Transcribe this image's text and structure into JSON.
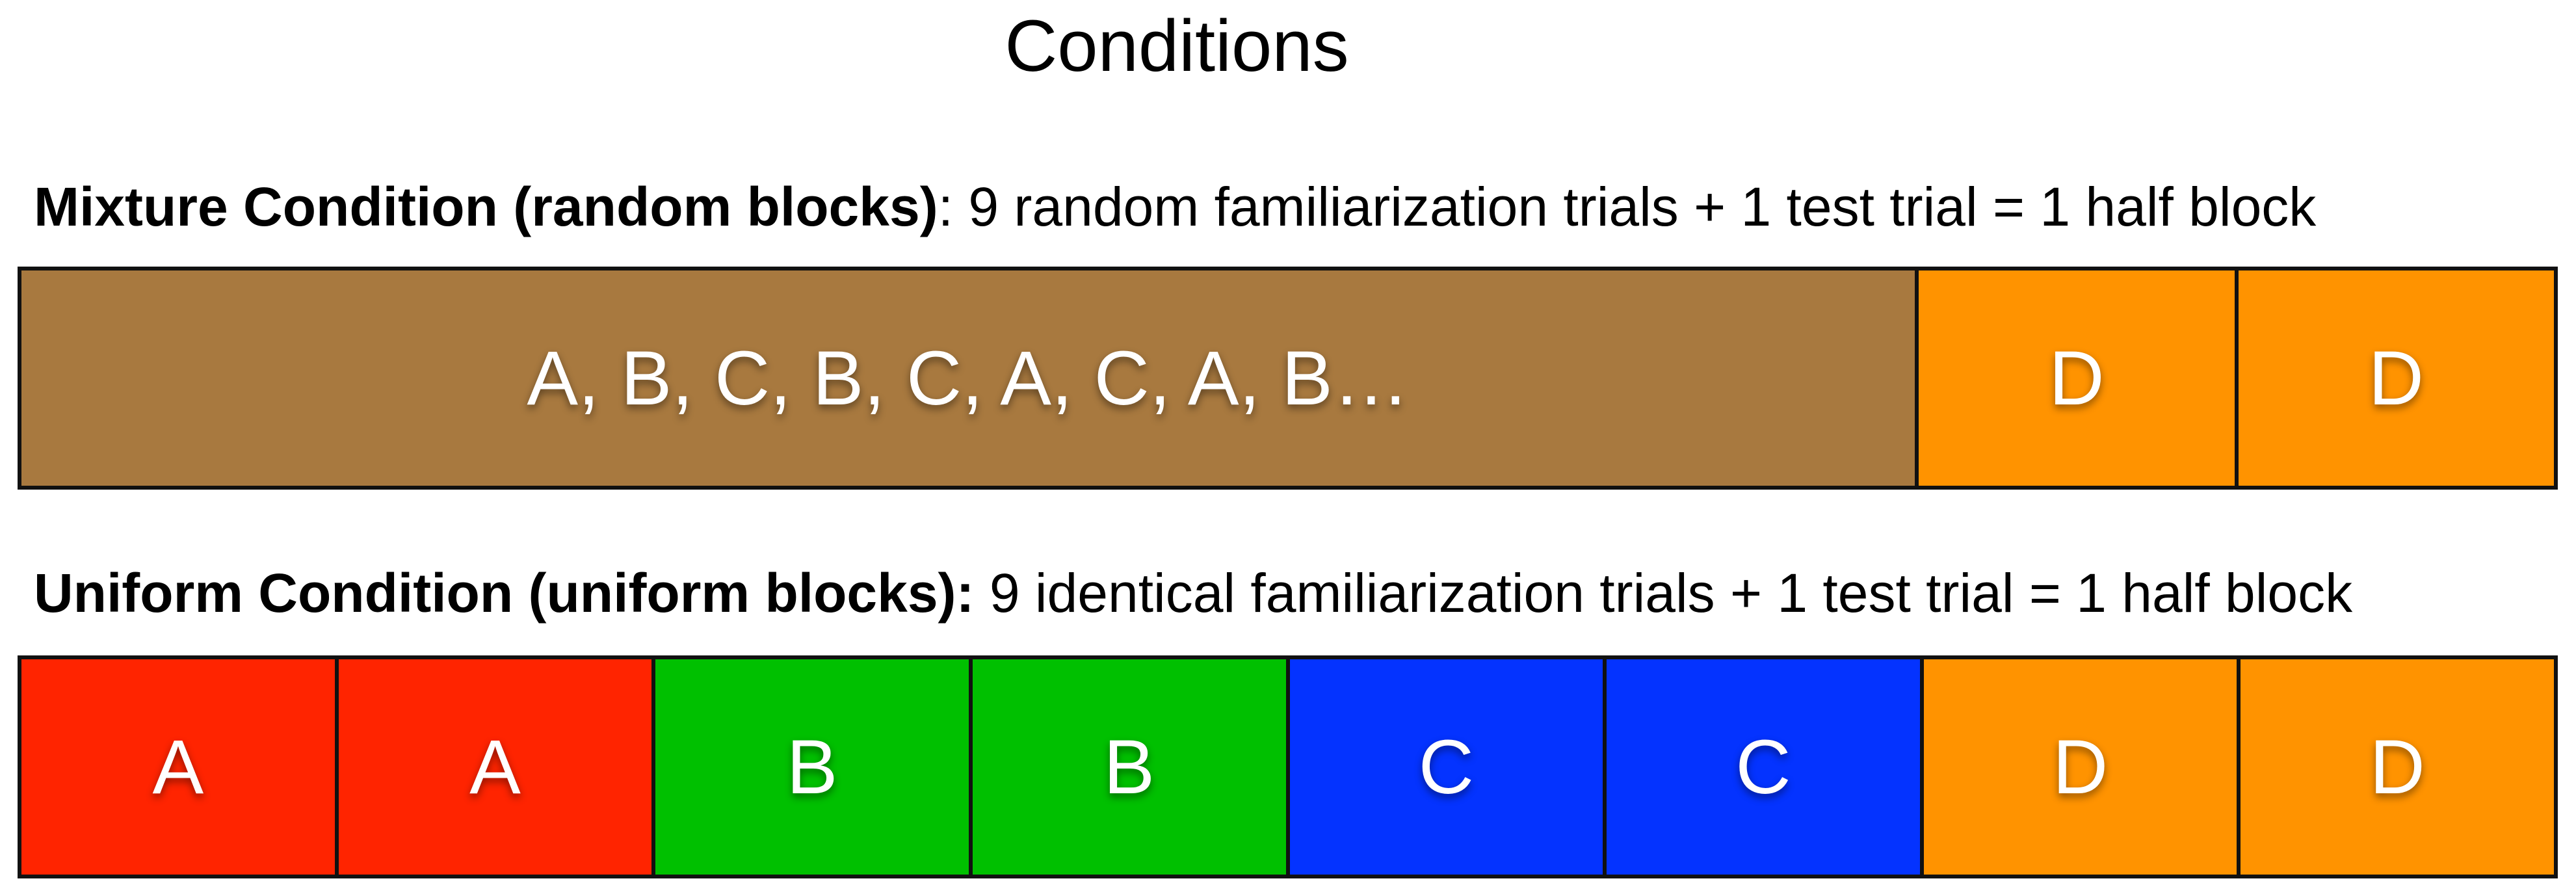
{
  "title": "Conditions",
  "colors": {
    "mixture": "#A8793F",
    "A": "#FF2400",
    "B": "#00C000",
    "C": "#0433FF",
    "D": "#FF9300",
    "border": "#111111"
  },
  "mixture": {
    "caption_lead": "Mixture Condition (random blocks)",
    "caption_rest": ": 9 random familiarization trials + 1 test trial = 1 half block",
    "sequence_label": "A, B, C, B, C, A, C, A, B…",
    "test_labels": [
      "D",
      "D"
    ]
  },
  "uniform": {
    "caption_lead": "Uniform Condition (uniform blocks):",
    "caption_rest": " 9 identical familiarization trials + 1 test trial = 1 half block",
    "segments": [
      "A",
      "A",
      "B",
      "B",
      "C",
      "C",
      "D",
      "D"
    ]
  }
}
